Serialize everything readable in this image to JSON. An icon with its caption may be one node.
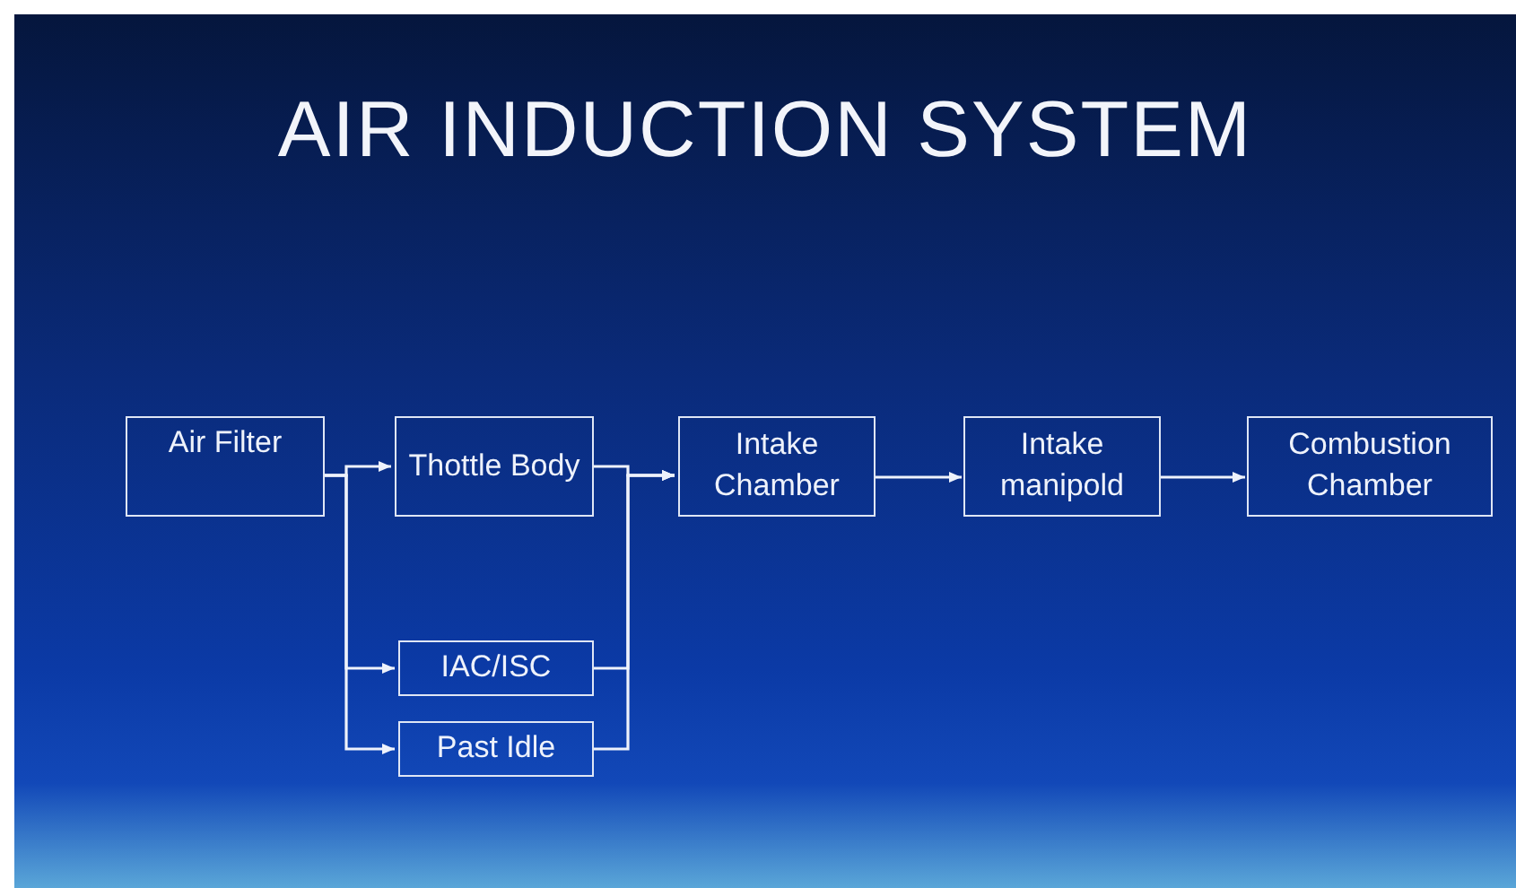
{
  "diagram": {
    "title": "AIR INDUCTION SYSTEM",
    "nodes": [
      {
        "text": [
          "Air Filter"
        ]
      },
      {
        "text": [
          "Thottle Body"
        ]
      },
      {
        "text": [
          "Intake Chamber"
        ]
      },
      {
        "text": [
          "Intake manipold"
        ]
      },
      {
        "text": [
          "Combustion Chamber"
        ]
      },
      {
        "text": [
          "IAC/ISC"
        ]
      },
      {
        "text": [
          "Past Idle"
        ]
      }
    ],
    "edges": [
      {
        "from": 0,
        "to": 1,
        "arrow": "to"
      },
      {
        "from": 0,
        "to": 5,
        "arrow": "to"
      },
      {
        "from": 0,
        "to": 6,
        "arrow": "to"
      },
      {
        "from": 1,
        "to": 2,
        "arrow": "to"
      },
      {
        "from": 5,
        "to": 2,
        "arrow": "to"
      },
      {
        "from": 6,
        "to": 2,
        "arrow": "to"
      },
      {
        "from": 2,
        "to": 3,
        "arrow": "to"
      },
      {
        "from": 3,
        "to": 4,
        "arrow": "to"
      }
    ]
  }
}
